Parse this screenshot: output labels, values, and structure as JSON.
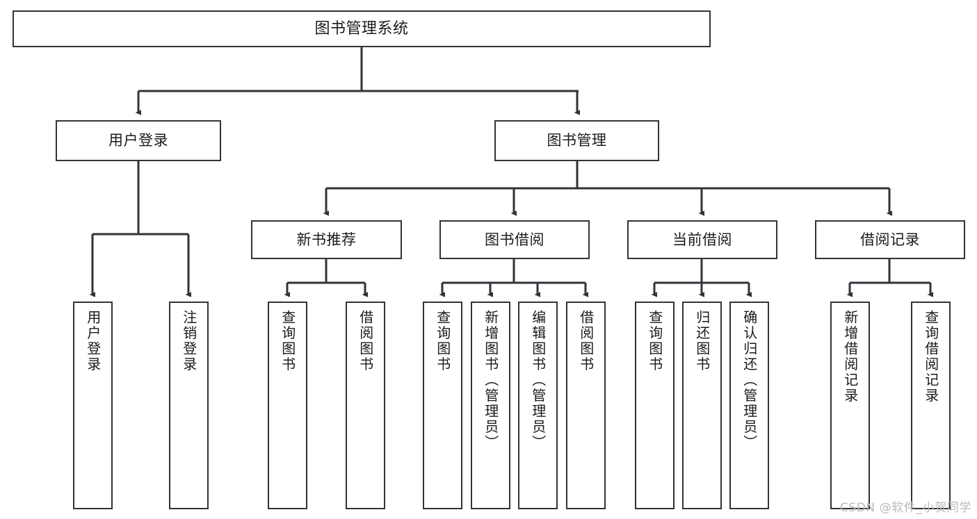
{
  "diagram": {
    "title": "图书管理系统",
    "watermark": "CSDN @软件_小贺同学",
    "stroke_color": "#32323a",
    "background_color": "#ffffff",
    "text_color": "#1b1b1b",
    "watermark_color": "#b9b9b9"
  },
  "nodes": {
    "root": {
      "label": "图书管理系统"
    },
    "level2": [
      {
        "id": "user-login",
        "label": "用户登录"
      },
      {
        "id": "book-manage",
        "label": "图书管理"
      }
    ],
    "level3": [
      {
        "id": "new-book-recommend",
        "label": "新书推荐"
      },
      {
        "id": "book-borrow",
        "label": "图书借阅"
      },
      {
        "id": "current-borrow",
        "label": "当前借阅"
      },
      {
        "id": "borrow-record",
        "label": "借阅记录"
      }
    ],
    "leaves": {
      "user-login": [
        {
          "id": "leaf-user-login",
          "label": "用户登录"
        },
        {
          "id": "leaf-user-logout",
          "label": "注销登录"
        }
      ],
      "new-book-recommend": [
        {
          "id": "leaf-query-book-1",
          "label": "查询图书"
        },
        {
          "id": "leaf-borrow-book-1",
          "label": "借阅图书"
        }
      ],
      "book-borrow": [
        {
          "id": "leaf-query-book-2",
          "label": "查询图书"
        },
        {
          "id": "leaf-add-book",
          "label": "新增图书（管理员）"
        },
        {
          "id": "leaf-edit-book",
          "label": "编辑图书（管理员）"
        },
        {
          "id": "leaf-borrow-book-2",
          "label": "借阅图书"
        }
      ],
      "current-borrow": [
        {
          "id": "leaf-query-book-3",
          "label": "查询图书"
        },
        {
          "id": "leaf-return-book",
          "label": "归还图书"
        },
        {
          "id": "leaf-confirm-return",
          "label": "确认归还（管理员）"
        }
      ],
      "borrow-record": [
        {
          "id": "leaf-add-record",
          "label": "新增借阅记录"
        },
        {
          "id": "leaf-query-record",
          "label": "查询借阅记录"
        }
      ]
    }
  }
}
